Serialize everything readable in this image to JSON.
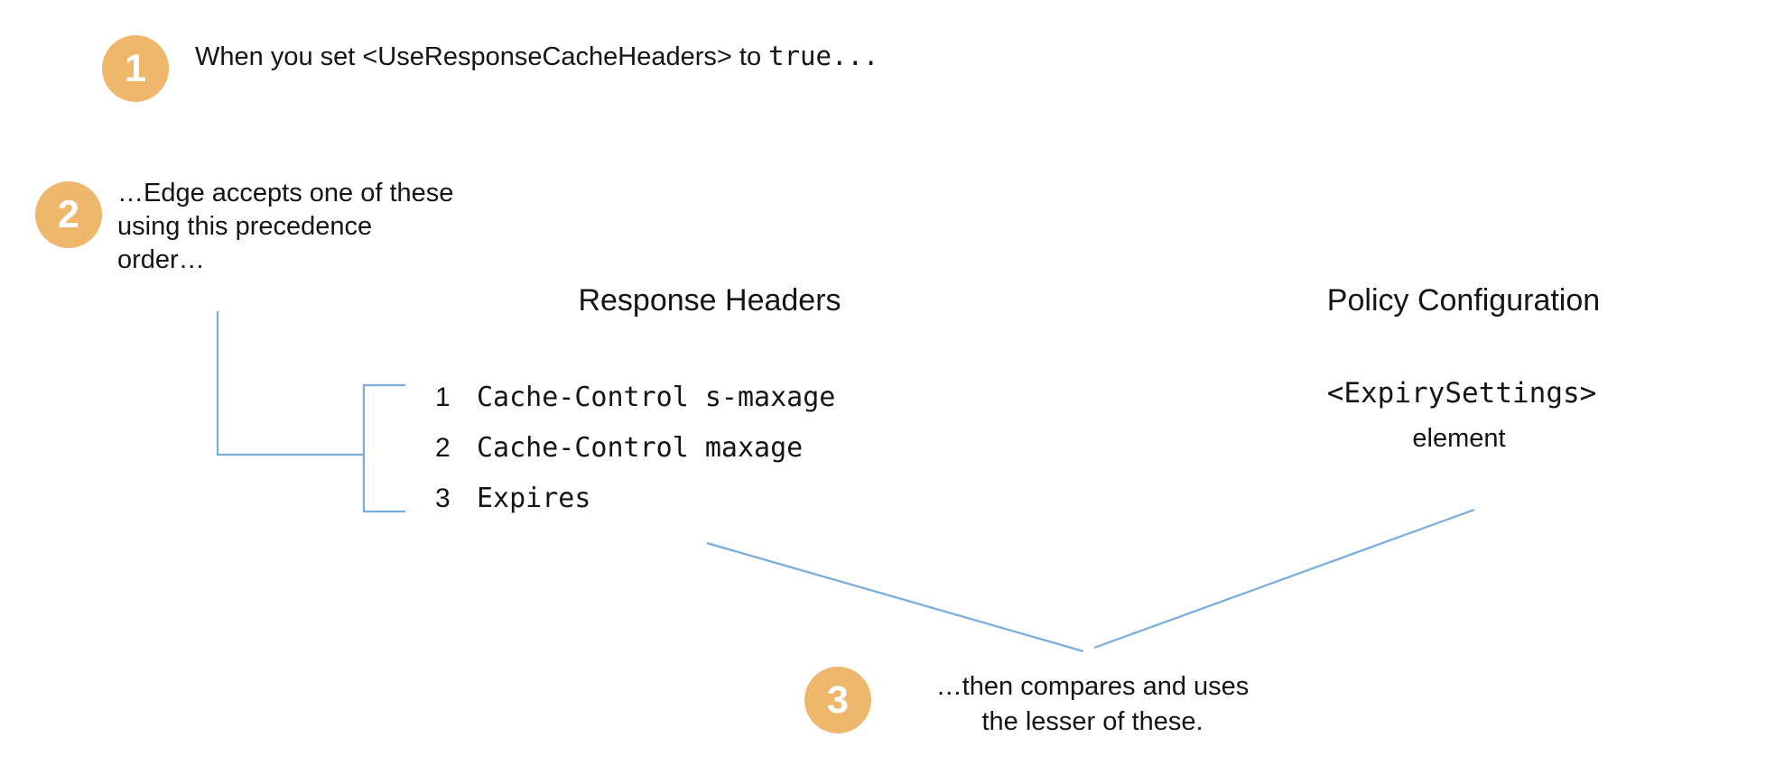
{
  "colors": {
    "badge": "#EEB76C",
    "connector_line": "#78ADDE",
    "text": "#141414"
  },
  "steps": [
    {
      "number": "1",
      "text_prefix": "When you set <UseResponseCacheHeaders> to ",
      "text_code": "true..."
    },
    {
      "number": "2",
      "lines": {
        "0": "…Edge accepts one of these",
        "1": "using this precedence",
        "2": "order…"
      }
    },
    {
      "number": "3",
      "lines": {
        "0": "…then compares and uses",
        "1": "the lesser of these."
      }
    }
  ],
  "response_headers": {
    "title": "Response Headers",
    "items": [
      {
        "order": "1",
        "value": "Cache-Control s-maxage"
      },
      {
        "order": "2",
        "value": "Cache-Control maxage"
      },
      {
        "order": "3",
        "value": "Expires"
      }
    ]
  },
  "policy_configuration": {
    "title": "Policy Configuration",
    "code": "<ExpirySettings>",
    "label": "element"
  }
}
